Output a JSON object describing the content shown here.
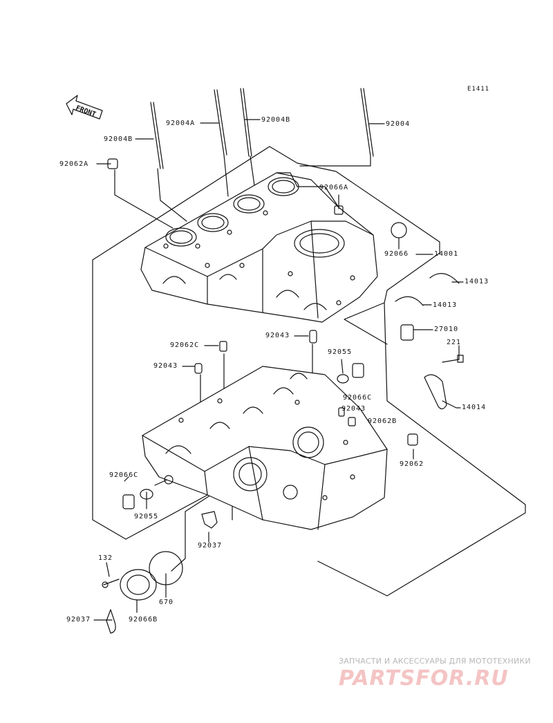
{
  "diagram_code": "E1411",
  "front_label": "FRONT",
  "labels": {
    "p92004B_l": "92004B",
    "p92004A": "92004A",
    "p92004B_r": "92004B",
    "p92004": "92004",
    "p92062A": "92062A",
    "p92066A": "92066A",
    "p92066": "92066",
    "p14001": "14001",
    "p14013_a": "14013",
    "p14013_b": "14013",
    "p27010": "27010",
    "p221": "221",
    "p14014": "14014",
    "p92043_a": "92043",
    "p92043_b": "92043",
    "p92043_c": "92043",
    "p92062C": "92062C",
    "p92055_a": "92055",
    "p92055_b": "92055",
    "p92066C_a": "92066C",
    "p92066C_b": "92066C",
    "p92062B": "92062B",
    "p92062": "92062",
    "p92037_a": "92037",
    "p92037_b": "92037",
    "p132": "132",
    "p670": "670",
    "p92066B": "92066B"
  },
  "watermark": {
    "subtitle": "ЗАПЧАСТИ И АКСЕССУАРЫ ДЛЯ МОТОТЕХНИКИ",
    "logo": "PARTSFOR.RU"
  }
}
